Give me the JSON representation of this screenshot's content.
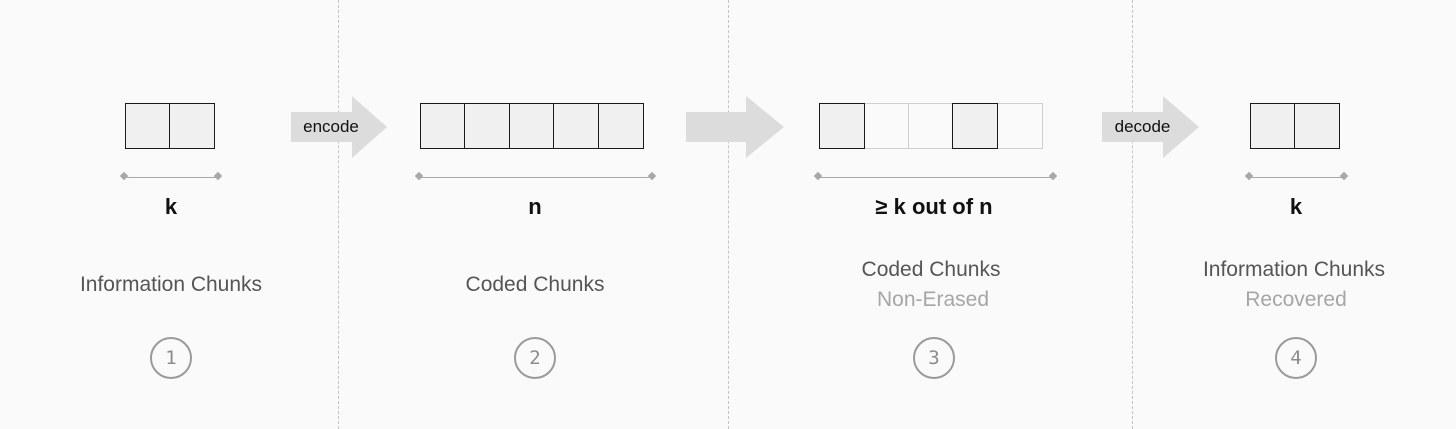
{
  "steps": [
    {
      "number": "1",
      "count_label": "k",
      "title": "Information Chunks",
      "subtitle": ""
    },
    {
      "number": "2",
      "count_label": "n",
      "title": "Coded Chunks",
      "subtitle": ""
    },
    {
      "number": "3",
      "count_label": "≥ k out of n",
      "title": "Coded Chunks",
      "subtitle": "Non-Erased"
    },
    {
      "number": "4",
      "count_label": "k",
      "title": "Information Chunks",
      "subtitle": "Recovered"
    }
  ],
  "arrows": [
    {
      "label": "encode"
    },
    {
      "label": ""
    },
    {
      "label": "decode"
    }
  ],
  "chunk_groups": [
    {
      "states": [
        "present",
        "present"
      ]
    },
    {
      "states": [
        "present",
        "present",
        "present",
        "present",
        "present"
      ]
    },
    {
      "states": [
        "present",
        "erased",
        "erased",
        "present",
        "erased"
      ]
    },
    {
      "states": [
        "present",
        "present"
      ]
    }
  ],
  "colors": {
    "chunk_fill": "#f0f0f0",
    "chunk_border": "#1a1a1a",
    "erased_border": "#cfcfcf",
    "arrow_fill": "#dcdcdc",
    "secondary_text": "#a6a6a6"
  }
}
